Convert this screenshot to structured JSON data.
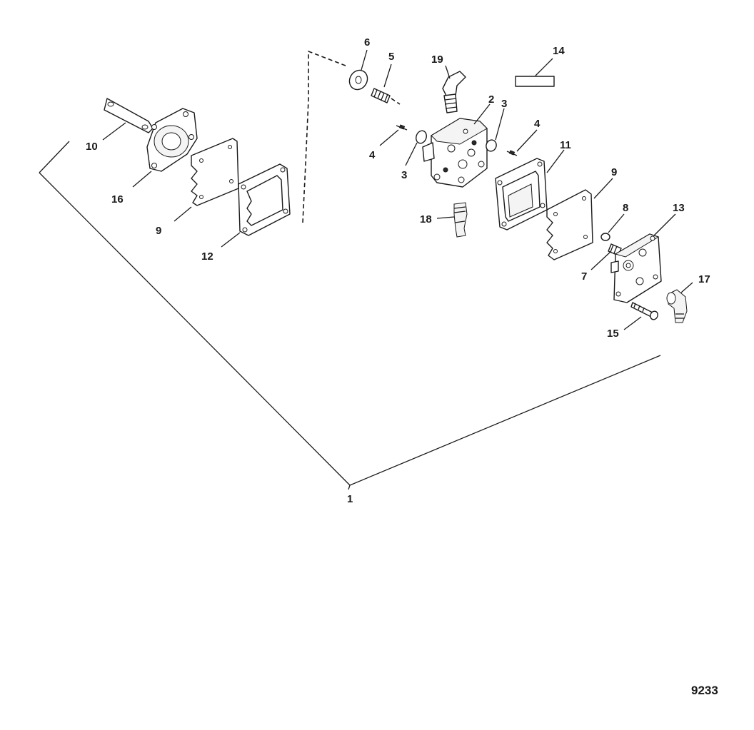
{
  "diagram": {
    "callouts": [
      {
        "key": "c1",
        "text": "1"
      },
      {
        "key": "c2",
        "text": "2"
      },
      {
        "key": "c3a",
        "text": "3"
      },
      {
        "key": "c3b",
        "text": "3"
      },
      {
        "key": "c4a",
        "text": "4"
      },
      {
        "key": "c4b",
        "text": "4"
      },
      {
        "key": "c5",
        "text": "5"
      },
      {
        "key": "c6",
        "text": "6"
      },
      {
        "key": "c7",
        "text": "7"
      },
      {
        "key": "c8",
        "text": "8"
      },
      {
        "key": "c9a",
        "text": "9"
      },
      {
        "key": "c9b",
        "text": "9"
      },
      {
        "key": "c10",
        "text": "10"
      },
      {
        "key": "c11",
        "text": "11"
      },
      {
        "key": "c12",
        "text": "12"
      },
      {
        "key": "c13",
        "text": "13"
      },
      {
        "key": "c14",
        "text": "14"
      },
      {
        "key": "c15",
        "text": "15"
      },
      {
        "key": "c16",
        "text": "16"
      },
      {
        "key": "c17",
        "text": "17"
      },
      {
        "key": "c18",
        "text": "18"
      },
      {
        "key": "c19",
        "text": "19"
      }
    ],
    "figure_id": "9233"
  }
}
